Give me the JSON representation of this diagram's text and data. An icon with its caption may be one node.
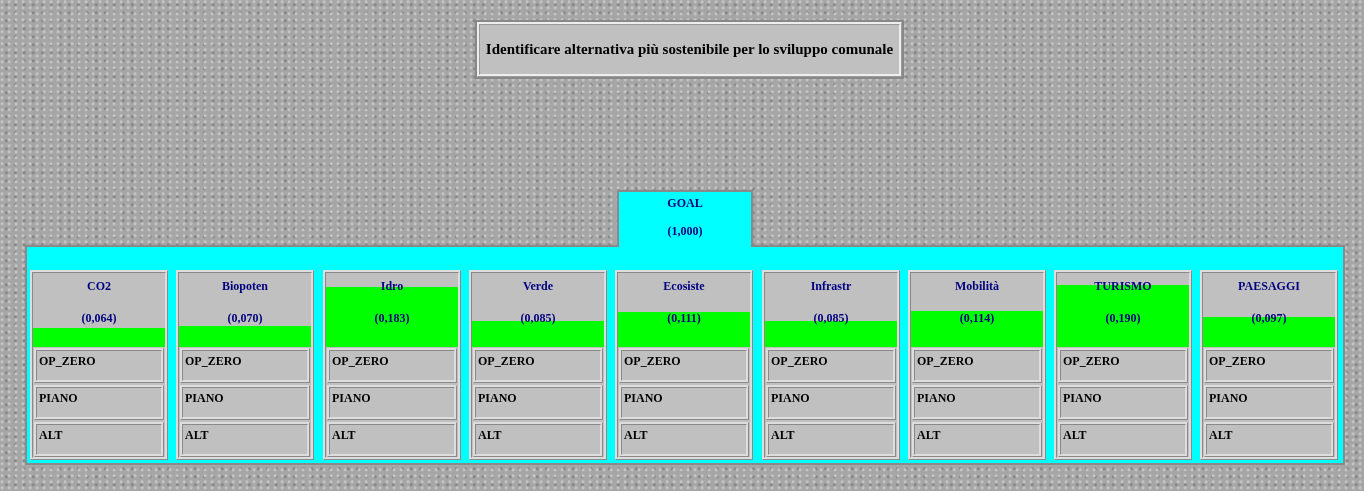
{
  "diagram": {
    "nodes": [
      {
        "text": [
          "Identificare alternativa più sostenibile per lo sviluppo comunale"
        ]
      },
      {
        "text": [
          "GOAL",
          "(1,000)"
        ]
      },
      {
        "text": [
          "CO2",
          "(0,064)"
        ],
        "in": 1
      },
      {
        "text": [
          "OP_ZERO"
        ],
        "in": 2
      },
      {
        "text": [
          "PIANO"
        ],
        "in": 2
      },
      {
        "text": [
          "ALT"
        ],
        "in": 2
      },
      {
        "text": [
          "Biopoten",
          "(0,070)"
        ],
        "in": 1
      },
      {
        "text": [
          "OP_ZERO"
        ],
        "in": 6
      },
      {
        "text": [
          "PIANO"
        ],
        "in": 6
      },
      {
        "text": [
          "ALT"
        ],
        "in": 6
      },
      {
        "text": [
          "Idro",
          "(0,183)"
        ],
        "in": 1
      },
      {
        "text": [
          "OP_ZERO"
        ],
        "in": 10
      },
      {
        "text": [
          "PIANO"
        ],
        "in": 10
      },
      {
        "text": [
          "ALT"
        ],
        "in": 10
      },
      {
        "text": [
          "Verde",
          "(0,085)"
        ],
        "in": 1
      },
      {
        "text": [
          "OP_ZERO"
        ],
        "in": 14
      },
      {
        "text": [
          "PIANO"
        ],
        "in": 14
      },
      {
        "text": [
          "ALT"
        ],
        "in": 14
      },
      {
        "text": [
          "Ecosiste",
          "(0,111)"
        ],
        "in": 1
      },
      {
        "text": [
          "OP_ZERO"
        ],
        "in": 18
      },
      {
        "text": [
          "PIANO"
        ],
        "in": 18
      },
      {
        "text": [
          "ALT"
        ],
        "in": 18
      },
      {
        "text": [
          "Infrastr",
          "(0,085)"
        ],
        "in": 1
      },
      {
        "text": [
          "OP_ZERO"
        ],
        "in": 22
      },
      {
        "text": [
          "PIANO"
        ],
        "in": 22
      },
      {
        "text": [
          "ALT"
        ],
        "in": 22
      },
      {
        "text": [
          "Mobilità",
          "(0,114)"
        ],
        "in": 1
      },
      {
        "text": [
          "OP_ZERO"
        ],
        "in": 26
      },
      {
        "text": [
          "PIANO"
        ],
        "in": 26
      },
      {
        "text": [
          "ALT"
        ],
        "in": 26
      },
      {
        "text": [
          "TURISMO",
          "(0,190)"
        ],
        "in": 1
      },
      {
        "text": [
          "OP_ZERO"
        ],
        "in": 30
      },
      {
        "text": [
          "PIANO"
        ],
        "in": 30
      },
      {
        "text": [
          "ALT"
        ],
        "in": 30
      },
      {
        "text": [
          "PAESAGGI",
          "(0,097)"
        ],
        "in": 1
      },
      {
        "text": [
          "OP_ZERO"
        ],
        "in": 34
      },
      {
        "text": [
          "PIANO"
        ],
        "in": 34
      },
      {
        "text": [
          "ALT"
        ],
        "in": 34
      }
    ]
  }
}
